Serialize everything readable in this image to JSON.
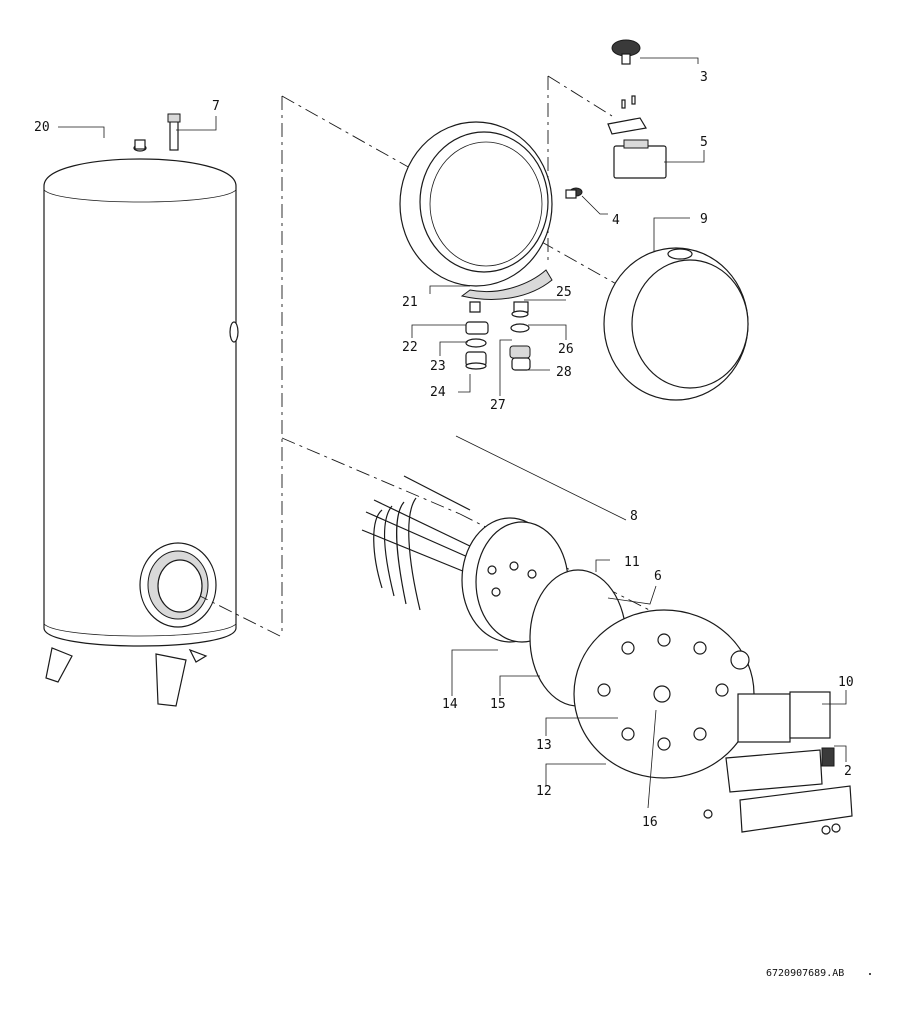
{
  "parts": [
    {
      "id": "p1",
      "number": "3"
    },
    {
      "id": "p2",
      "number": "5"
    },
    {
      "id": "p3",
      "number": "4"
    },
    {
      "id": "p4",
      "number": "9"
    },
    {
      "id": "p5",
      "number": "20"
    },
    {
      "id": "p6",
      "number": "7"
    },
    {
      "id": "p7",
      "number": "21"
    },
    {
      "id": "p8",
      "number": "25"
    },
    {
      "id": "p9",
      "number": "22"
    },
    {
      "id": "p10",
      "number": "26"
    },
    {
      "id": "p11",
      "number": "23"
    },
    {
      "id": "p12",
      "number": "28"
    },
    {
      "id": "p13",
      "number": "24"
    },
    {
      "id": "p14",
      "number": "27"
    },
    {
      "id": "p15",
      "number": "8"
    },
    {
      "id": "p16",
      "number": "11"
    },
    {
      "id": "p17",
      "number": "6"
    },
    {
      "id": "p18",
      "number": "10"
    },
    {
      "id": "p19",
      "number": "14"
    },
    {
      "id": "p20",
      "number": "15"
    },
    {
      "id": "p21",
      "number": "2"
    },
    {
      "id": "p22",
      "number": "13"
    },
    {
      "id": "p23",
      "number": "12"
    },
    {
      "id": "p24",
      "number": "16"
    }
  ],
  "drawing_code": "6720907689.AB"
}
